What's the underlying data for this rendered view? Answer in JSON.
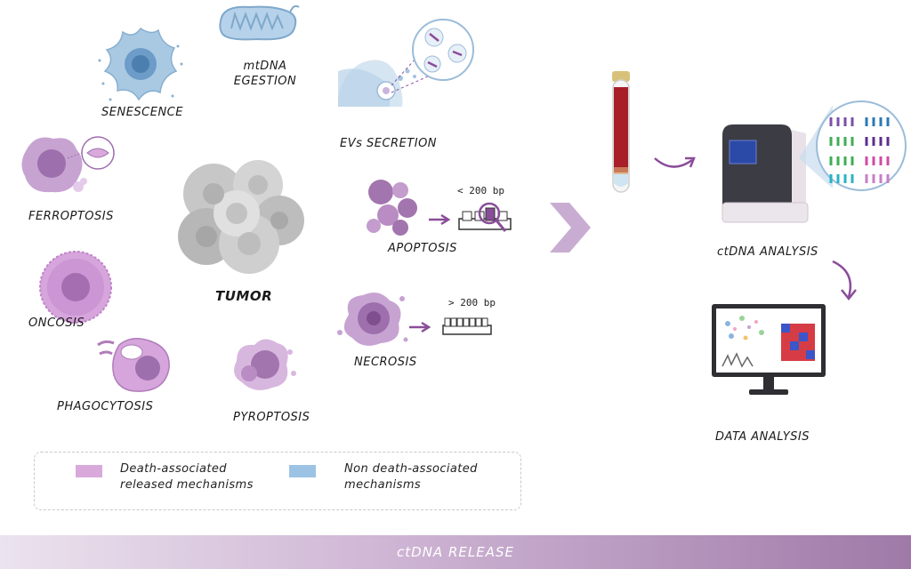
{
  "labels": {
    "senescence": "SENESCENCE",
    "mtdna_egestion": "mtDNA EGESTION",
    "evs_secretion": "EVs SECRETION",
    "ferroptosis": "FERROPTOSIS",
    "oncosis": "ONCOSIS",
    "phagocytosis": "PHAGOCYTOSIS",
    "pyroptosis": "PYROPTOSIS",
    "tumor": "TUMOR",
    "apoptosis": "APOPTOSIS",
    "necrosis": "NECROSIS",
    "ctdna_analysis": "ctDNA ANALYSIS",
    "data_analysis": "DATA ANALYSIS"
  },
  "fragment_sizes": {
    "apoptosis": "< 200 bp",
    "necrosis": "> 200 bp"
  },
  "legend": {
    "death": {
      "text": "Death-associated released mechanisms",
      "color": "#d9a9dc"
    },
    "non_death": {
      "text": "Non death-associated mechanisms",
      "color": "#9cc3e4"
    }
  },
  "footer": {
    "title": "ctDNA RELEASE"
  },
  "colors": {
    "death_purple": "#b98cc3",
    "blue": "#9cc3e4",
    "arrow": "#8a4d9a",
    "grey": "#bdbdbd"
  }
}
